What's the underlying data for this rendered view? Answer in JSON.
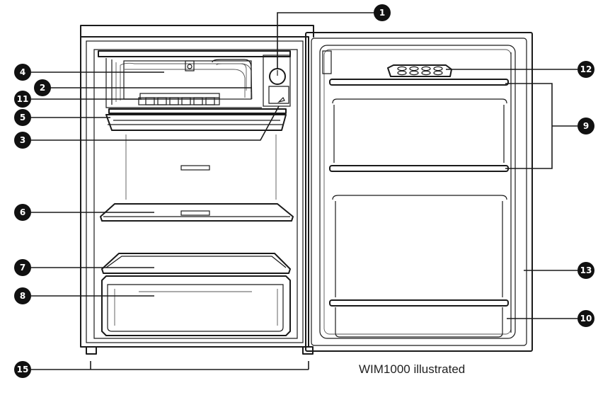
{
  "caption": "WIM1000 illustrated",
  "callouts": {
    "c1": "1",
    "c2": "2",
    "c3": "3",
    "c4": "4",
    "c5": "5",
    "c6": "6",
    "c7": "7",
    "c8": "8",
    "c9": "9",
    "c10": "10",
    "c11": "11",
    "c12": "12",
    "c13": "13",
    "c15": "15"
  }
}
